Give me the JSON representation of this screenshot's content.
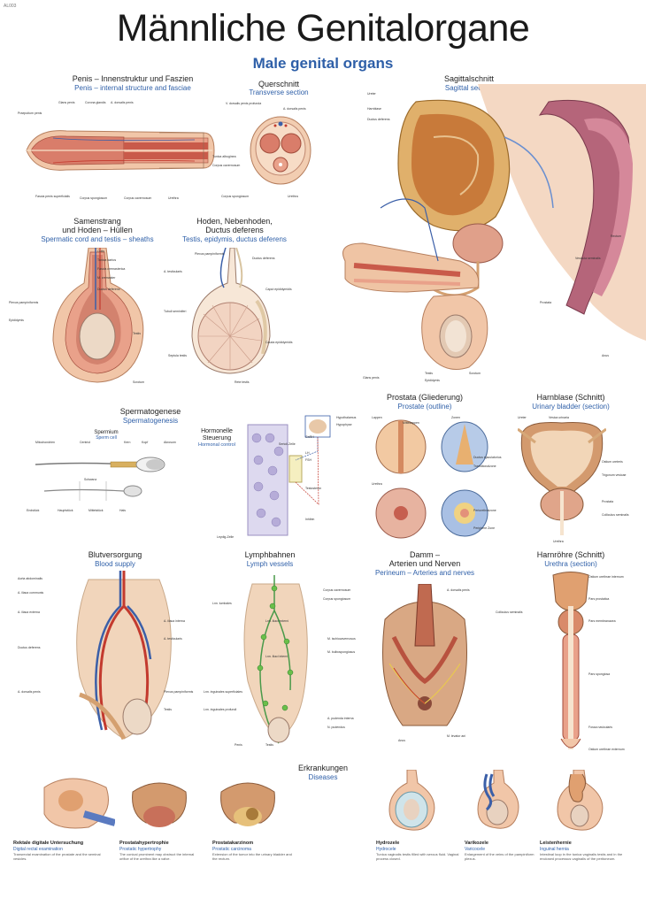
{
  "code": "AL003",
  "title_de": "Männliche Genitalorgane",
  "title_en": "Male genital organs",
  "sections": {
    "penis": {
      "de": "Penis – Innenstruktur und Faszien",
      "en": "Penis – internal structure and fasciae"
    },
    "querschnitt": {
      "de": "Querschnitt",
      "en": "Transverse section"
    },
    "sagittal": {
      "de": "Sagittalschnitt",
      "en": "Sagittal section"
    },
    "samenstrang": {
      "de1": "Samenstrang",
      "de2": "und Hoden – Hüllen",
      "en": "Spermatic cord and testis – sheaths"
    },
    "hoden": {
      "de1": "Hoden, Nebenhoden,",
      "de2": "Ductus deferens",
      "en": "Testis, epidymis, ductus deferens"
    },
    "spermatogenese": {
      "de": "Spermatogenese",
      "en": "Spermatogenesis"
    },
    "spermium": {
      "de": "Spermium",
      "en": "Sperm cell"
    },
    "hormonelle": {
      "de1": "Hormonelle",
      "de2": "Steuerung",
      "en": "Hormonal control"
    },
    "prostata": {
      "de": "Prostata (Gliederung)",
      "en": "Prostate (outline)"
    },
    "harnblase": {
      "de": "Harnblase (Schnitt)",
      "en": "Urinary bladder (section)"
    },
    "blut": {
      "de": "Blutversorgung",
      "en": "Blood supply"
    },
    "lymph": {
      "de": "Lymphbahnen",
      "en": "Lymph vessels"
    },
    "damm": {
      "de1": "Damm –",
      "de2": "Arterien und Nerven",
      "en": "Perineum – Arteries and nerves"
    },
    "harnrohre": {
      "de": "Harnröhre (Schnitt)",
      "en": "Urethra (section)"
    },
    "erkrankungen": {
      "de": "Erkrankungen",
      "en": "Diseases"
    }
  },
  "labels": {
    "penis": [
      "Glans penis",
      "Corona glandis",
      "A. dorsalis penis",
      "Praeputium penis",
      "Fascia penis superficialis",
      "Corpus spongiosum",
      "Corpus cavernosum",
      "Urethra"
    ],
    "quer": [
      "V. dorsalis penis profunda",
      "A. dorsalis penis",
      "Tunica albuginea",
      "Corpus cavernosum",
      "Corpus spongiosum",
      "Urethra"
    ],
    "sagittal": [
      "Ureter",
      "Harnblase",
      "Ductus deferens",
      "Vesicula seminalis",
      "Prostata",
      "Rectum",
      "Anus",
      "Testis",
      "Epididymis",
      "Scrotum",
      "Glans penis"
    ],
    "samen": [
      "Cutis",
      "Tunica dartos",
      "Fascia cremasterica",
      "M. cremaster",
      "Ductus deferens",
      "Plexus pampiniformis",
      "Epididymis",
      "Testis",
      "Scrotum"
    ],
    "hoden": [
      "Plexus pampiniformis",
      "Ductus deferens",
      "A. testicularis",
      "Caput epididymidis",
      "Tubuli seminiferi",
      "Septula testis",
      "Cauda epididymidis",
      "Rete testis"
    ],
    "sperm": [
      "Mitochondrien",
      "Centriol",
      "Kopf",
      "Akrosom",
      "Kern",
      "Schwanz",
      "Endstück",
      "Hauptstück",
      "Mittelstück",
      "Hals"
    ],
    "hormon": [
      "Hypothalamus",
      "Hypophyse",
      "GnRH",
      "LH",
      "FSH",
      "Leydig-Zelle",
      "Sertoli-Zelle",
      "Testosteron",
      "Inhibin"
    ],
    "prostata": [
      "Lappen",
      "Mittellappen",
      "Zonen",
      "Urethra",
      "Ductus ejaculatorius",
      "Transitionalzone",
      "Periurethralzone",
      "Periphere Zone"
    ],
    "harnblase": [
      "Ureter",
      "Vesica urinaria",
      "Ostium ureteris",
      "Trigonum vesicae",
      "Prostata",
      "Colliculus seminalis",
      "Urethra"
    ],
    "blut": [
      "Aorta abdominalis",
      "A. iliaca communis",
      "A. iliaca externa",
      "A. iliaca interna",
      "A. testicularis",
      "Ductus deferens",
      "A. dorsalis penis",
      "Plexus pampiniformis",
      "Testis"
    ],
    "lymph": [
      "Lnn. lumbales",
      "Lnn. iliaci externi",
      "Lnn. iliaci interni",
      "Lnn. inguinales superficiales",
      "Lnn. inguinales profundi",
      "Testis",
      "Penis"
    ],
    "damm": [
      "Corpus cavernosum",
      "Corpus spongiosum",
      "A. dorsalis penis",
      "M. ischiocavernosus",
      "M. bulbospongiosus",
      "Anus",
      "M. levator ani",
      "N. pudendus",
      "A. pudenda interna"
    ],
    "harnrohre": [
      "Ostium urethrae internum",
      "Pars prostatica",
      "Colliculus seminalis",
      "Pars membranacea",
      "Pars spongiosa",
      "Fossa navicularis",
      "Ostium urethrae externum"
    ]
  },
  "diseases": [
    {
      "de": "Rektale digitale Untersuchung",
      "en": "Digital rectal examination",
      "txt": "Transrectal examination of the prostate and the seminal vesicles."
    },
    {
      "de": "Prostatahypertrophie",
      "en": "Prostatic hypertrophy",
      "txt": "The conical prominent may obstruct the internal orifice of the urethra like a valve."
    },
    {
      "de": "Prostatakarzinom",
      "en": "Prostatic carcinoma",
      "txt": "Extension of the tumor into the urinary bladder and the rectum."
    },
    {
      "de": "Hydrozele",
      "en": "Hydrocele",
      "txt": "Tunica vaginalis testis filled with serous fluid. Vaginal process closed."
    },
    {
      "de": "Varikozele",
      "en": "Varicocele",
      "txt": "Enlargement of the veins of the pampiniform plexus."
    },
    {
      "de": "Leistenhernie",
      "en": "Inguinal hernia",
      "txt": "Intestinal loop in the tunica vaginalis testis and in the enclosed processus vaginalis of the peritoneum."
    }
  ]
}
